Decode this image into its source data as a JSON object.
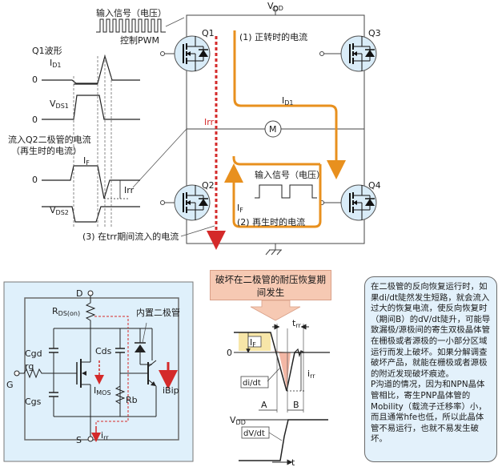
{
  "top_circuit": {
    "vdd_label": "V",
    "vdd_sub": "DD",
    "input_signal_top": "输入信号（电压）",
    "pwm_label": "控制PWM",
    "q1": "Q1",
    "q2": "Q2",
    "q3": "Q3",
    "q4": "Q4",
    "path1_label": "(1) 正转时的电流",
    "path2_label": "(2) 再生时的电流",
    "path3_label": "(3) 在trr期间流入的电流",
    "id1_label": "I",
    "id1_sub": "D1",
    "irr_label": "Irr",
    "motor": "M",
    "input_signal_mid": "输入信号（电压）",
    "if_label": "I",
    "if_sub": "F"
  },
  "waveforms": {
    "q1_title": "Q1波形",
    "id1": "I",
    "id1_sub": "D1",
    "vds1": "V",
    "vds1_sub": "DS1",
    "zero": "0",
    "q2_current_title_1": "流入Q2二极管的电流",
    "q2_current_title_2": "（再生时的电流）",
    "if": "I",
    "if_sub": "F",
    "irr": "Irr",
    "vds2": "V",
    "vds2_sub": "DS2"
  },
  "mosfet_model": {
    "d": "D",
    "s": "S",
    "g": "G",
    "rds": "R",
    "rds_sub": "DS(on)",
    "builtin_diode": "内置二极管",
    "cgd": "Cgd",
    "rg": "rg",
    "cgs": "Cgs",
    "cds": "Cds",
    "rb": "Rb",
    "imos": "I",
    "imos_sub": "MOS",
    "ibip": "iBip",
    "irr": "i",
    "irr_sub": "rr"
  },
  "recovery": {
    "warning_title": "破坏在二极管的耐压恢复期间发生",
    "trr": "t",
    "trr_sub": "rr",
    "if": "I",
    "if_sub": "F",
    "zero": "0",
    "didt": "di/dt",
    "irr": "i",
    "irr_sub": "rr",
    "a": "A",
    "b": "B",
    "vdd": "V",
    "vdd_sub": "DD",
    "dvdt": "dV/dt",
    "t": "t"
  },
  "explanation": {
    "para1": "在二极管的反向恢复运行时，如果di/dt陡然发生短路，就会流入过大的恢复电流，使反向恢复时（期间B）的dV/dt陡升，可能导致漏极/源极间的寄生双极晶体管在栅极或者源极的一小部分区域运行而发上破坏。如果分解调查破坏产品，就能在栅极或者源极的附近发现破坏痕迹。",
    "para2": "P沟道的情况，因为和NPN晶体管相比，寄生PNP晶体管的Mobility（载流子迁移率）小，而且通常hfe也低，所以此晶体管不易运行，也就不易发生破坏。"
  },
  "colors": {
    "orange": "#e8901e",
    "red": "#d42a2a",
    "blue_panel": "#dff0fb",
    "pink_fill": "#f3b7a5",
    "yellow_fill": "#f7e6a8"
  }
}
